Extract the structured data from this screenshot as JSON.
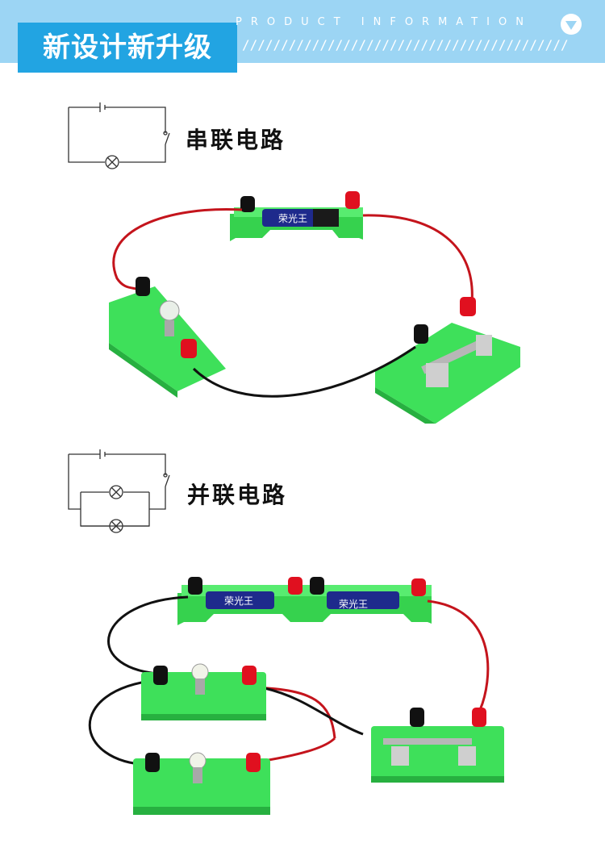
{
  "header": {
    "title": "新设计新升级",
    "subtitle": "PRODUCT INFORMATION",
    "hatch": "//////////////////////////////////////////////////////////////////////"
  },
  "sections": [
    {
      "label": "串联电路",
      "battery_text": "荣光王"
    },
    {
      "label": "并联电路",
      "battery_text_1": "荣光王",
      "battery_text_2": "荣光王"
    }
  ],
  "colors": {
    "banner_light": "#9cd5f4",
    "banner_dark": "#22a4e2",
    "board_green": "#3ee05a",
    "terminal_red": "#e0101f",
    "terminal_black": "#111111",
    "wire_red": "#c4141c",
    "wire_black": "#111111"
  }
}
